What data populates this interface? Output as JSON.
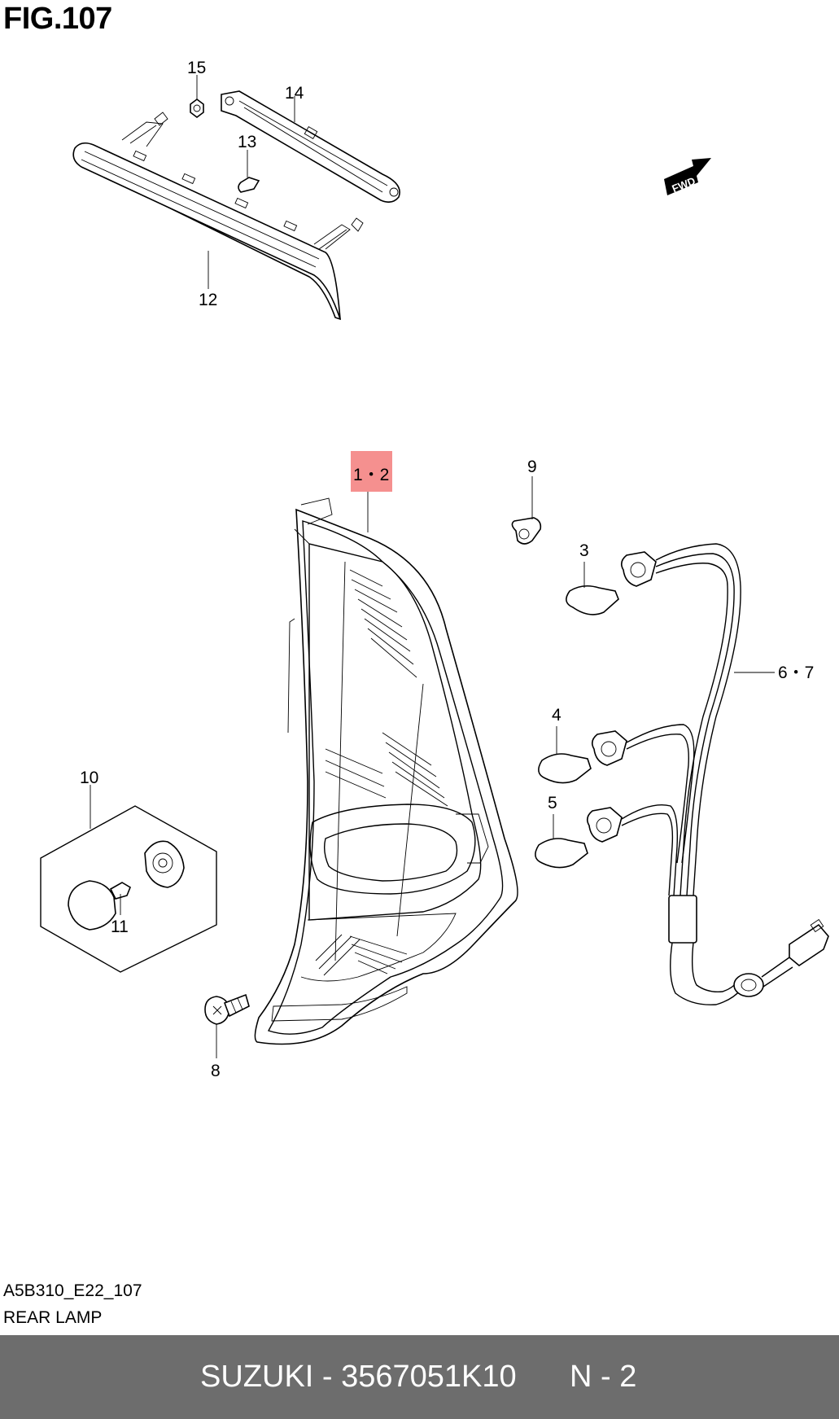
{
  "figure": {
    "title": "FIG.107"
  },
  "callouts": {
    "c15": "15",
    "c14": "14",
    "c13": "13",
    "c12": "12",
    "c12_lamp": "1・2",
    "c9": "9",
    "c3": "3",
    "c67": "6・7",
    "c4": "4",
    "c5": "5",
    "c10": "10",
    "c11": "11",
    "c8": "8"
  },
  "fwd_label": "FWD",
  "drawing_code": "A5B310_E22_107",
  "caption": "REAR LAMP",
  "footer": {
    "part": "SUZUKI - 3567051K10",
    "page": "N - 2"
  },
  "colors": {
    "highlight": "#f5908f",
    "footer_bg": "#6d6d6d",
    "footer_text": "#ffffff"
  }
}
